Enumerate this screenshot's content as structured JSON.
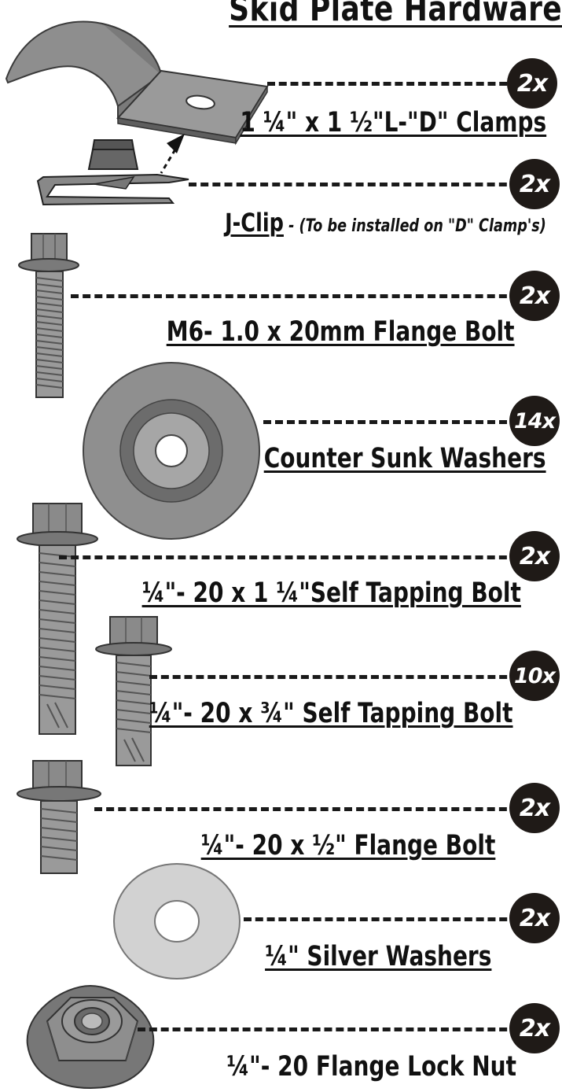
{
  "title": "Skid Plate Hardware",
  "items": [
    {
      "name": "1 ¼\" x 1 ½\"L-\"D\" Clamps",
      "qty": "2x",
      "note": ""
    },
    {
      "name": "J-Clip",
      "qty": "2x",
      "note": " - (To be installed on \"D\" Clamp's)"
    },
    {
      "name": "M6- 1.0 x 20mm Flange Bolt",
      "qty": "2x",
      "note": ""
    },
    {
      "name": "Counter Sunk Washers",
      "qty": "14x",
      "note": ""
    },
    {
      "name": "¼\"- 20 x 1 ¼\"Self Tapping Bolt",
      "qty": "2x",
      "note": ""
    },
    {
      "name": "¼\"- 20 x ¾\" Self Tapping Bolt",
      "qty": "10x",
      "note": ""
    },
    {
      "name": "¼\"- 20 x ½\" Flange Bolt",
      "qty": "2x",
      "note": ""
    },
    {
      "name": "¼\" Silver Washers",
      "qty": "2x",
      "note": ""
    },
    {
      "name": "¼\"- 20 Flange Lock Nut",
      "qty": "2x",
      "note": ""
    }
  ],
  "colors": {
    "badge": "#1f1a17",
    "metal": "#8c8c8c",
    "metal_dark": "#6e6e6e",
    "silver": "#d2d2d2"
  },
  "icons": [
    "d-clamp-icon",
    "j-clip-icon",
    "flange-bolt-icon",
    "countersunk-washer-icon",
    "self-tapping-bolt-icon",
    "self-tapping-bolt-short-icon",
    "flange-bolt-short-icon",
    "silver-washer-icon",
    "flange-lock-nut-icon"
  ]
}
